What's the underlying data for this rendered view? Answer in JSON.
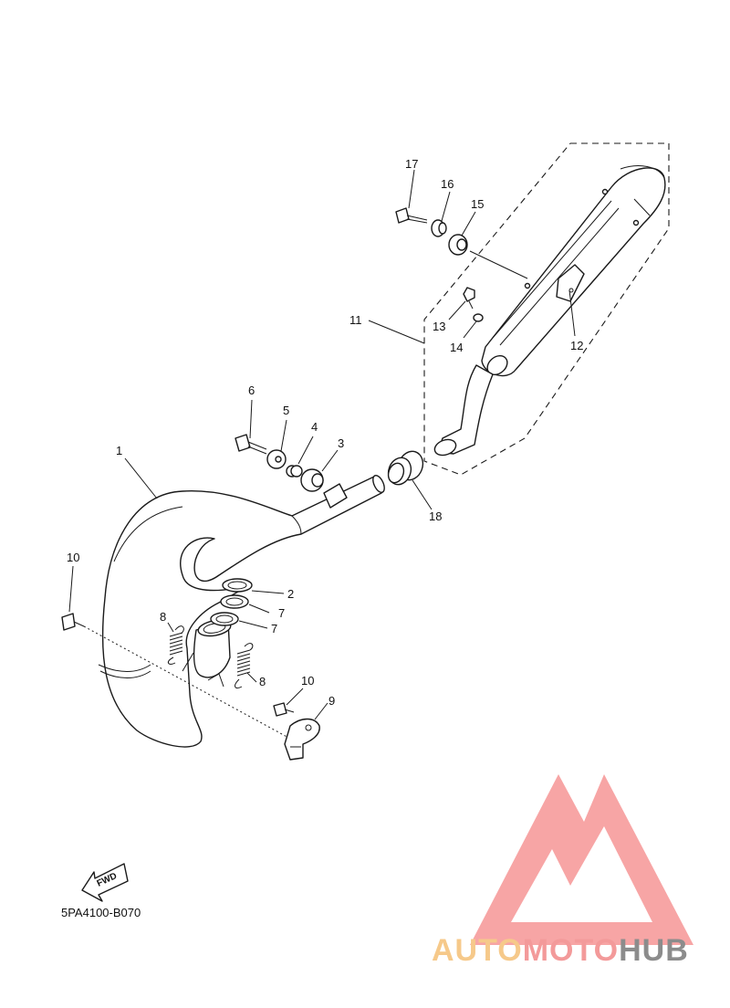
{
  "diagram": {
    "part_code": "5PA4100-B070",
    "fwd_label": "FWD",
    "callouts": [
      {
        "id": "c1",
        "text": "1"
      },
      {
        "id": "c2",
        "text": "2"
      },
      {
        "id": "c3",
        "text": "3"
      },
      {
        "id": "c4",
        "text": "4"
      },
      {
        "id": "c5",
        "text": "5"
      },
      {
        "id": "c6",
        "text": "6"
      },
      {
        "id": "c7a",
        "text": "7"
      },
      {
        "id": "c7b",
        "text": "7"
      },
      {
        "id": "c8a",
        "text": "8"
      },
      {
        "id": "c8b",
        "text": "8"
      },
      {
        "id": "c9",
        "text": "9"
      },
      {
        "id": "c10a",
        "text": "10"
      },
      {
        "id": "c10b",
        "text": "10"
      },
      {
        "id": "c11",
        "text": "11"
      },
      {
        "id": "c12",
        "text": "12"
      },
      {
        "id": "c13",
        "text": "13"
      },
      {
        "id": "c14",
        "text": "14"
      },
      {
        "id": "c15",
        "text": "15"
      },
      {
        "id": "c16",
        "text": "16"
      },
      {
        "id": "c17",
        "text": "17"
      },
      {
        "id": "c18",
        "text": "18"
      }
    ]
  },
  "watermark": {
    "word_part1": "AUTO",
    "word_part2": "MOTO",
    "word_part3": "HUB",
    "colors": {
      "logo": "#f7a0a0",
      "part1": "#f6c98a",
      "part2": "#f39a9a",
      "part3": "#8c8c8c"
    }
  }
}
